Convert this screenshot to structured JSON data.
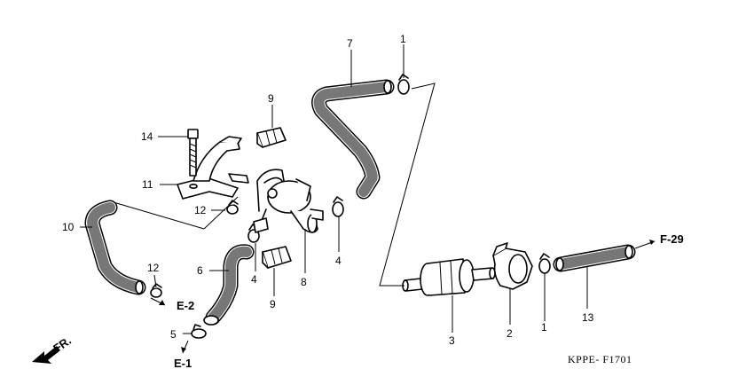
{
  "callouts": {
    "c1a": "1",
    "c1b": "1",
    "c2": "2",
    "c3": "3",
    "c4a": "4",
    "c4b": "4",
    "c5": "5",
    "c6": "6",
    "c7": "7",
    "c8": "8",
    "c9a": "9",
    "c9b": "9",
    "c10": "10",
    "c11": "11",
    "c12a": "12",
    "c12b": "12",
    "c13": "13",
    "c14": "14"
  },
  "references": {
    "e1": "E-1",
    "e2": "E-2",
    "f29": "F-29",
    "front": "FR."
  },
  "diagram_code": "KPPE- F1701",
  "colors": {
    "line": "#000000",
    "background": "#ffffff",
    "hose_texture": "#777777"
  }
}
